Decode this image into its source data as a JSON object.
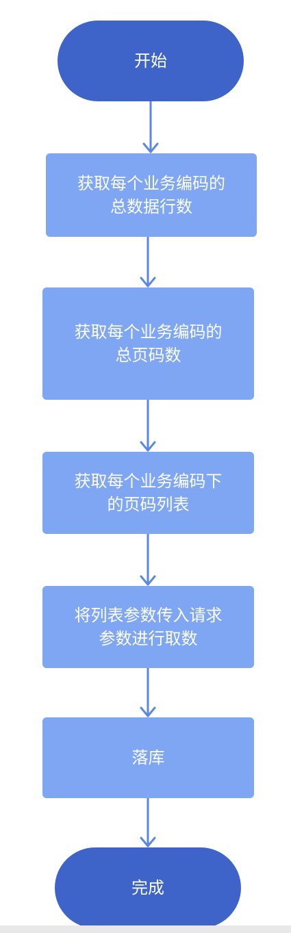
{
  "flowchart": {
    "start": "开始",
    "steps": [
      "获取每个业务编码的\n总数据行数",
      "获取每个业务编码的\n总页码数",
      "获取每个业务编码下\n的页码列表",
      "将列表参数传入请求\n参数进行取数",
      "落库"
    ],
    "end": "完成"
  },
  "colors": {
    "terminal": "#3e64c9",
    "process": "#7ea6f2",
    "arrow": "#5b86e5",
    "text": "#ffffff"
  }
}
